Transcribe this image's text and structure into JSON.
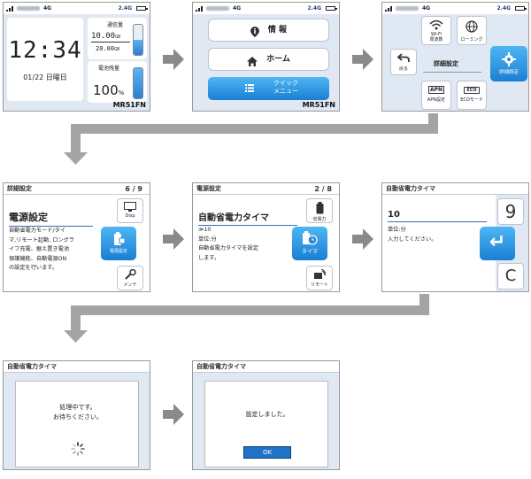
{
  "status": {
    "network": "4G",
    "band": "2.4G"
  },
  "s1": {
    "time": "12:34",
    "date": "01/22 日曜日",
    "traffic_label": "通信量",
    "traffic_used": "10.00",
    "traffic_used_unit": "GB",
    "traffic_total": "20.00",
    "traffic_total_unit": "GB",
    "battery_label": "電池残量",
    "battery_value": "100",
    "battery_unit": "%",
    "traffic_fill": 0.5,
    "battery_fill": 1.0,
    "model": "MR51FN"
  },
  "s2": {
    "info": "情 報",
    "home": "ホーム",
    "quick_line1": "クイック",
    "quick_line2": "メニュー",
    "model": "MR51FN"
  },
  "s3": {
    "wifi_line1": "Wi-Fi",
    "wifi_line2": "周波数",
    "roaming": "ローミング",
    "back": "戻る",
    "center": "詳細設定",
    "detail": "詳細設定",
    "apn_icon": "APN",
    "apn": "APN設定",
    "eco_icon": "ECO",
    "eco": "ECOモード"
  },
  "s4": {
    "header": "詳細設定",
    "page": "6 / 9",
    "title": "電源設定",
    "body": [
      "自動省電力モード/タイ",
      "マ,リモート起動, ロングラ",
      "イフ充電、据え置き電池",
      "保護機能、自動電源ON",
      "の設定を行います。"
    ],
    "disp": "Disp",
    "power": "電源設定",
    "maint": "メンテ"
  },
  "s5": {
    "header": "電源設定",
    "page": "2 / 8",
    "title": "自動省電力タイマ",
    "value": "≫10",
    "unit": "単位:分",
    "desc1": "自動省電力タイマを設定",
    "desc2": "します。",
    "save": "省電力",
    "timer": "タイマ",
    "remote": "リモート"
  },
  "s6": {
    "header": "自動省電力タイマ",
    "value": "10",
    "unit": "単位:分",
    "prompt": "入力してください。",
    "digit": "9",
    "enter": "↵",
    "clear": "C"
  },
  "s7": {
    "header": "自動省電力タイマ",
    "msg1": "処理中です。",
    "msg2": "お待ちください。"
  },
  "s8": {
    "header": "自動省電力タイマ",
    "msg": "設定しました。",
    "ok": "OK"
  }
}
